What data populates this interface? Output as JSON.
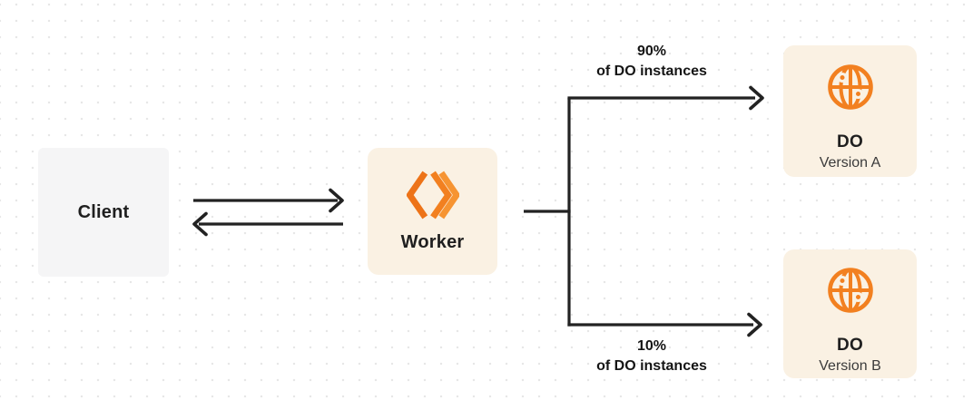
{
  "diagram": {
    "description": "Client to Worker request flow with gradual Durable Object version rollout split",
    "colors": {
      "accent_orange": "#f28020",
      "accent_orange_dark": "#ed7318",
      "accent_orange_light": "#f69432",
      "node_cream_bg": "#faf1e3",
      "node_gray_bg": "#f5f5f6",
      "line_dark": "#222222",
      "text_dark": "#1f1f1f",
      "text_secondary": "#3b3b3b",
      "dot_grid": "#e7e7e7"
    },
    "nodes": {
      "client": {
        "label": "Client"
      },
      "worker": {
        "label": "Worker",
        "icon": "workers-icon"
      },
      "do_a": {
        "title": "DO",
        "subtitle": "Version A",
        "icon": "durable-object-globe-icon"
      },
      "do_b": {
        "title": "DO",
        "subtitle": "Version B",
        "icon": "durable-object-globe-icon"
      }
    },
    "edges": {
      "client_worker": {
        "type": "double-arrow",
        "from": "client",
        "to": "worker"
      },
      "top_branch": {
        "from": "worker",
        "to": "do_a",
        "percent": "90%",
        "caption": "of DO instances"
      },
      "bottom_branch": {
        "from": "worker",
        "to": "do_b",
        "percent": "10%",
        "caption": "of DO instances"
      }
    }
  }
}
